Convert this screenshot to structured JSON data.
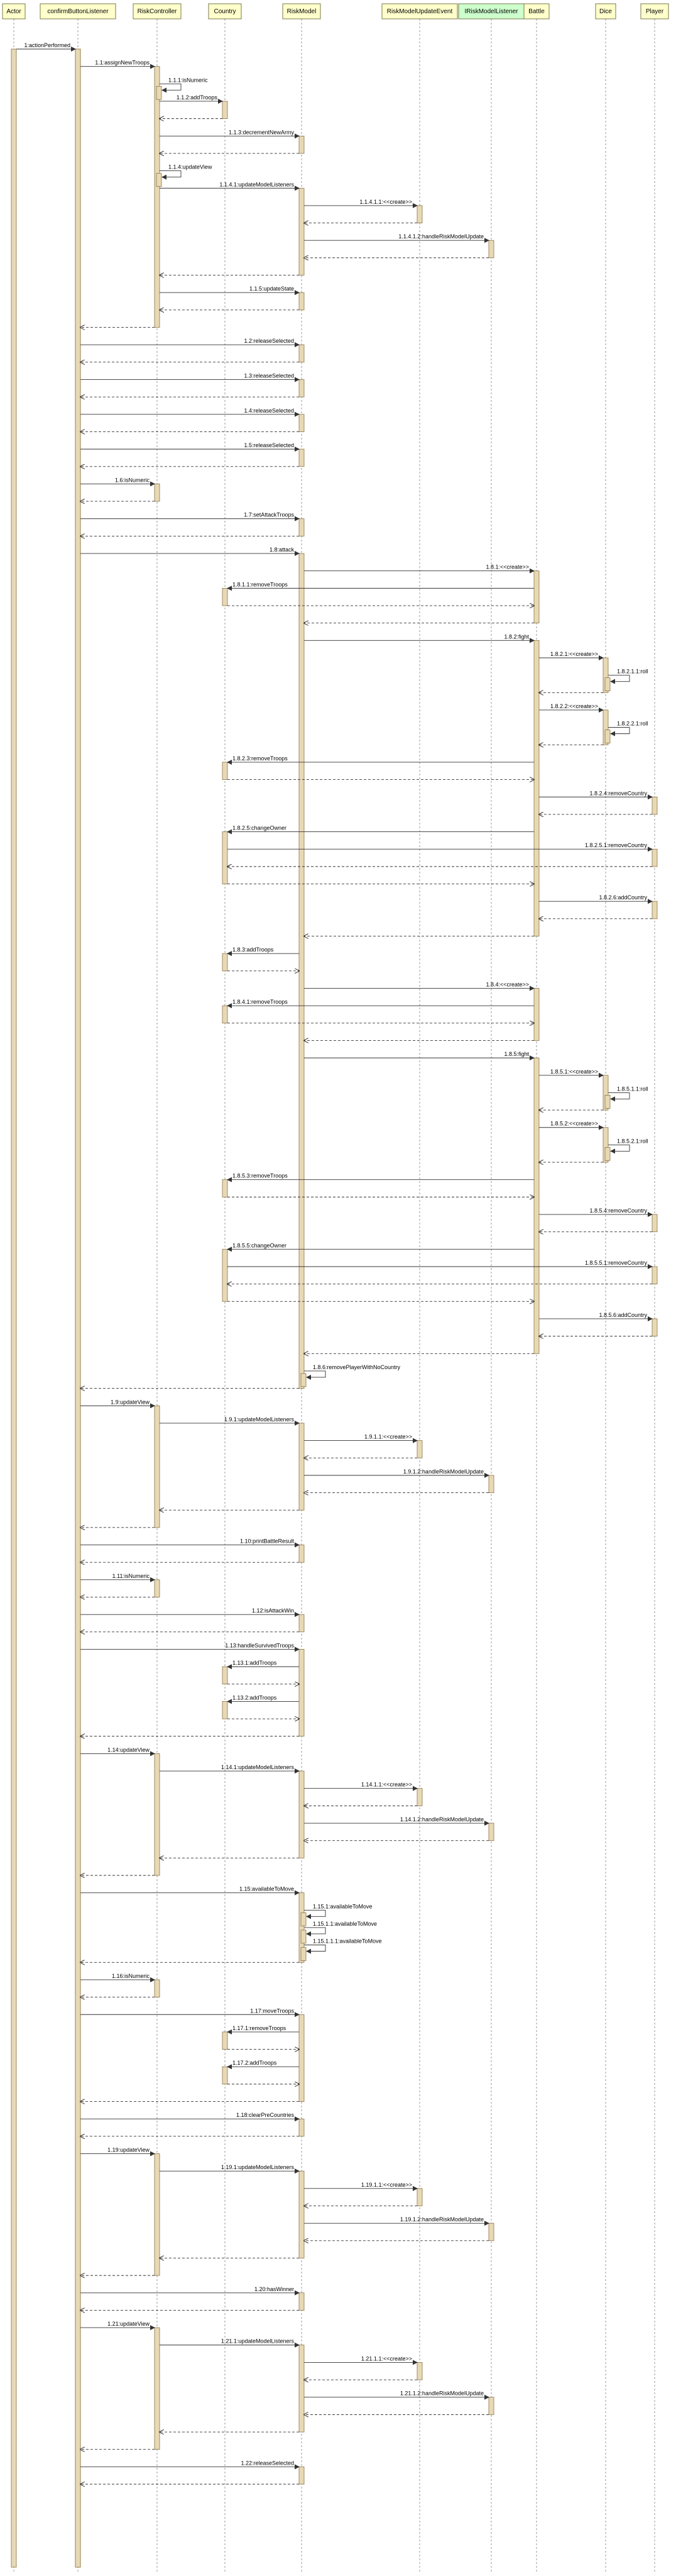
{
  "diagram": {
    "type": "sequence",
    "participants": [
      {
        "id": "actor",
        "label": "Actor",
        "color": "#ffffcc"
      },
      {
        "id": "listener",
        "label": "confirmButtonListener",
        "color": "#ffffcc"
      },
      {
        "id": "controller",
        "label": "RiskController",
        "color": "#ffffcc"
      },
      {
        "id": "country",
        "label": "Country",
        "color": "#ffffcc"
      },
      {
        "id": "model",
        "label": "RiskModel",
        "color": "#ffffcc"
      },
      {
        "id": "event",
        "label": "RiskModelUpdateEvent",
        "color": "#ffffcc"
      },
      {
        "id": "ilistener",
        "label": "IRiskModelListener",
        "color": "#ccffcc"
      },
      {
        "id": "battle",
        "label": "Battle",
        "color": "#ffffcc"
      },
      {
        "id": "dice",
        "label": "Dice",
        "color": "#ffffcc"
      },
      {
        "id": "player",
        "label": "Player",
        "color": "#ffffcc"
      }
    ],
    "messages": [
      {
        "from": "actor",
        "to": "listener",
        "label": "1:actionPerformed"
      },
      {
        "from": "listener",
        "to": "controller",
        "label": "1.1:assignNewTroops"
      },
      {
        "from": "controller",
        "to": "controller",
        "label": "1.1.1:isNumeric",
        "self": true
      },
      {
        "from": "controller",
        "to": "country",
        "label": "1.1.2:addTroops"
      },
      {
        "from": "country",
        "to": "controller",
        "label": "",
        "ret": true
      },
      {
        "from": "controller",
        "to": "model",
        "label": "1.1.3:decrementNewArmy"
      },
      {
        "from": "model",
        "to": "controller",
        "label": "",
        "ret": true
      },
      {
        "from": "controller",
        "to": "controller",
        "label": "1.1.4:updateView",
        "self": true
      },
      {
        "from": "controller",
        "to": "model",
        "label": "1.1.4.1:updateModelListeners"
      },
      {
        "from": "model",
        "to": "event",
        "label": "1.1.4.1.1:<<create>>"
      },
      {
        "from": "event",
        "to": "model",
        "label": "",
        "ret": true
      },
      {
        "from": "model",
        "to": "ilistener",
        "label": "1.1.4.1.2:handleRiskModelUpdate"
      },
      {
        "from": "ilistener",
        "to": "model",
        "label": "",
        "ret": true
      },
      {
        "from": "model",
        "to": "controller",
        "label": "",
        "ret": true
      },
      {
        "from": "controller",
        "to": "model",
        "label": "1.1.5:updateState"
      },
      {
        "from": "model",
        "to": "controller",
        "label": "",
        "ret": true
      },
      {
        "from": "controller",
        "to": "listener",
        "label": "",
        "ret": true
      },
      {
        "from": "listener",
        "to": "model",
        "label": "1.2:releaseSelected"
      },
      {
        "from": "model",
        "to": "listener",
        "label": "",
        "ret": true
      },
      {
        "from": "listener",
        "to": "model",
        "label": "1.3:releaseSelected"
      },
      {
        "from": "model",
        "to": "listener",
        "label": "",
        "ret": true
      },
      {
        "from": "listener",
        "to": "model",
        "label": "1.4:releaseSelected"
      },
      {
        "from": "model",
        "to": "listener",
        "label": "",
        "ret": true
      },
      {
        "from": "listener",
        "to": "model",
        "label": "1.5:releaseSelected"
      },
      {
        "from": "model",
        "to": "listener",
        "label": "",
        "ret": true
      },
      {
        "from": "listener",
        "to": "controller",
        "label": "1.6:isNumeric"
      },
      {
        "from": "controller",
        "to": "listener",
        "label": "",
        "ret": true
      },
      {
        "from": "listener",
        "to": "model",
        "label": "1.7:setAttackTroops"
      },
      {
        "from": "model",
        "to": "listener",
        "label": "",
        "ret": true
      },
      {
        "from": "listener",
        "to": "model",
        "label": "1.8:attack"
      },
      {
        "from": "model",
        "to": "battle",
        "label": "1.8.1:<<create>>"
      },
      {
        "from": "battle",
        "to": "country",
        "label": "1.8.1.1:removeTroops"
      },
      {
        "from": "country",
        "to": "battle",
        "label": "",
        "ret": true
      },
      {
        "from": "battle",
        "to": "model",
        "label": "",
        "ret": true
      },
      {
        "from": "model",
        "to": "battle",
        "label": "1.8.2:fight"
      },
      {
        "from": "battle",
        "to": "dice",
        "label": "1.8.2.1:<<create>>"
      },
      {
        "from": "dice",
        "to": "dice",
        "label": "1.8.2.1.1:roll",
        "self": true
      },
      {
        "from": "dice",
        "to": "battle",
        "label": "",
        "ret": true
      },
      {
        "from": "battle",
        "to": "dice",
        "label": "1.8.2.2:<<create>>"
      },
      {
        "from": "dice",
        "to": "dice",
        "label": "1.8.2.2.1:roll",
        "self": true
      },
      {
        "from": "dice",
        "to": "battle",
        "label": "",
        "ret": true
      },
      {
        "from": "battle",
        "to": "country",
        "label": "1.8.2.3:removeTroops"
      },
      {
        "from": "country",
        "to": "battle",
        "label": "",
        "ret": true
      },
      {
        "from": "battle",
        "to": "player",
        "label": "1.8.2.4:removeCountry"
      },
      {
        "from": "player",
        "to": "battle",
        "label": "",
        "ret": true
      },
      {
        "from": "battle",
        "to": "country",
        "label": "1.8.2.5:changeOwner"
      },
      {
        "from": "country",
        "to": "player",
        "label": "1.8.2.5.1:removeCountry"
      },
      {
        "from": "player",
        "to": "country",
        "label": "",
        "ret": true
      },
      {
        "from": "country",
        "to": "battle",
        "label": "",
        "ret": true
      },
      {
        "from": "battle",
        "to": "player",
        "label": "1.8.2.6:addCountry"
      },
      {
        "from": "player",
        "to": "battle",
        "label": "",
        "ret": true
      },
      {
        "from": "battle",
        "to": "model",
        "label": "",
        "ret": true
      },
      {
        "from": "model",
        "to": "country",
        "label": "1.8.3:addTroops"
      },
      {
        "from": "country",
        "to": "model",
        "label": "",
        "ret": true
      },
      {
        "from": "model",
        "to": "battle",
        "label": "1.8.4:<<create>>"
      },
      {
        "from": "battle",
        "to": "country",
        "label": "1.8.4.1:removeTroops"
      },
      {
        "from": "country",
        "to": "battle",
        "label": "",
        "ret": true
      },
      {
        "from": "battle",
        "to": "model",
        "label": "",
        "ret": true
      },
      {
        "from": "model",
        "to": "battle",
        "label": "1.8.5:fight"
      },
      {
        "from": "battle",
        "to": "dice",
        "label": "1.8.5.1:<<create>>"
      },
      {
        "from": "dice",
        "to": "dice",
        "label": "1.8.5.1.1:roll",
        "self": true
      },
      {
        "from": "dice",
        "to": "battle",
        "label": "",
        "ret": true
      },
      {
        "from": "battle",
        "to": "dice",
        "label": "1.8.5.2:<<create>>"
      },
      {
        "from": "dice",
        "to": "dice",
        "label": "1.8.5.2.1:roll",
        "self": true
      },
      {
        "from": "dice",
        "to": "battle",
        "label": "",
        "ret": true
      },
      {
        "from": "battle",
        "to": "country",
        "label": "1.8.5.3:removeTroops"
      },
      {
        "from": "country",
        "to": "battle",
        "label": "",
        "ret": true
      },
      {
        "from": "battle",
        "to": "player",
        "label": "1.8.5.4:removeCountry"
      },
      {
        "from": "player",
        "to": "battle",
        "label": "",
        "ret": true
      },
      {
        "from": "battle",
        "to": "country",
        "label": "1.8.5.5:changeOwner"
      },
      {
        "from": "country",
        "to": "player",
        "label": "1.8.5.5.1:removeCountry"
      },
      {
        "from": "player",
        "to": "country",
        "label": "",
        "ret": true
      },
      {
        "from": "country",
        "to": "battle",
        "label": "",
        "ret": true
      },
      {
        "from": "battle",
        "to": "player",
        "label": "1.8.5.6:addCountry"
      },
      {
        "from": "player",
        "to": "battle",
        "label": "",
        "ret": true
      },
      {
        "from": "battle",
        "to": "model",
        "label": "",
        "ret": true
      },
      {
        "from": "model",
        "to": "model",
        "label": "1.8.6:removePlayerWithNoCountry",
        "self": true
      },
      {
        "from": "model",
        "to": "listener",
        "label": "",
        "ret": true
      },
      {
        "from": "listener",
        "to": "controller",
        "label": "1.9:updateView"
      },
      {
        "from": "controller",
        "to": "model",
        "label": "1.9.1:updateModelListeners"
      },
      {
        "from": "model",
        "to": "event",
        "label": "1.9.1.1:<<create>>"
      },
      {
        "from": "event",
        "to": "model",
        "label": "",
        "ret": true
      },
      {
        "from": "model",
        "to": "ilistener",
        "label": "1.9.1.2:handleRiskModelUpdate"
      },
      {
        "from": "ilistener",
        "to": "model",
        "label": "",
        "ret": true
      },
      {
        "from": "model",
        "to": "controller",
        "label": "",
        "ret": true
      },
      {
        "from": "controller",
        "to": "listener",
        "label": "",
        "ret": true
      },
      {
        "from": "listener",
        "to": "model",
        "label": "1.10:printBattleResult"
      },
      {
        "from": "model",
        "to": "listener",
        "label": "",
        "ret": true
      },
      {
        "from": "listener",
        "to": "controller",
        "label": "1.11:isNumeric"
      },
      {
        "from": "controller",
        "to": "listener",
        "label": "",
        "ret": true
      },
      {
        "from": "listener",
        "to": "model",
        "label": "1.12:isAttackWin"
      },
      {
        "from": "model",
        "to": "listener",
        "label": "",
        "ret": true
      },
      {
        "from": "listener",
        "to": "model",
        "label": "1.13:handleSurvivedTroops"
      },
      {
        "from": "model",
        "to": "country",
        "label": "1.13.1:addTroops"
      },
      {
        "from": "country",
        "to": "model",
        "label": "",
        "ret": true
      },
      {
        "from": "model",
        "to": "country",
        "label": "1.13.2:addTroops"
      },
      {
        "from": "country",
        "to": "model",
        "label": "",
        "ret": true
      },
      {
        "from": "model",
        "to": "listener",
        "label": "",
        "ret": true
      },
      {
        "from": "listener",
        "to": "controller",
        "label": "1.14:updateView"
      },
      {
        "from": "controller",
        "to": "model",
        "label": "1.14.1:updateModelListeners"
      },
      {
        "from": "model",
        "to": "event",
        "label": "1.14.1.1:<<create>>"
      },
      {
        "from": "event",
        "to": "model",
        "label": "",
        "ret": true
      },
      {
        "from": "model",
        "to": "ilistener",
        "label": "1.14.1.2:handleRiskModelUpdate"
      },
      {
        "from": "ilistener",
        "to": "model",
        "label": "",
        "ret": true
      },
      {
        "from": "model",
        "to": "controller",
        "label": "",
        "ret": true
      },
      {
        "from": "controller",
        "to": "listener",
        "label": "",
        "ret": true
      },
      {
        "from": "listener",
        "to": "model",
        "label": "1.15:availableToMove"
      },
      {
        "from": "model",
        "to": "model",
        "label": "1.15.1:availableToMove",
        "self": true
      },
      {
        "from": "model",
        "to": "model",
        "label": "1.15.1.1:availableToMove",
        "self": true
      },
      {
        "from": "model",
        "to": "model",
        "label": "1.15.1.1.1:availableToMove",
        "self": true
      },
      {
        "from": "model",
        "to": "listener",
        "label": "",
        "ret": true
      },
      {
        "from": "listener",
        "to": "controller",
        "label": "1.16:isNumeric"
      },
      {
        "from": "controller",
        "to": "listener",
        "label": "",
        "ret": true
      },
      {
        "from": "listener",
        "to": "model",
        "label": "1.17:moveTroops"
      },
      {
        "from": "model",
        "to": "country",
        "label": "1.17.1:removeTroops"
      },
      {
        "from": "country",
        "to": "model",
        "label": "",
        "ret": true
      },
      {
        "from": "model",
        "to": "country",
        "label": "1.17.2:addTroops"
      },
      {
        "from": "country",
        "to": "model",
        "label": "",
        "ret": true
      },
      {
        "from": "model",
        "to": "listener",
        "label": "",
        "ret": true
      },
      {
        "from": "listener",
        "to": "model",
        "label": "1.18:clearPreCountries"
      },
      {
        "from": "model",
        "to": "listener",
        "label": "",
        "ret": true
      },
      {
        "from": "listener",
        "to": "controller",
        "label": "1.19:updateView"
      },
      {
        "from": "controller",
        "to": "model",
        "label": "1.19.1:updateModelListeners"
      },
      {
        "from": "model",
        "to": "event",
        "label": "1.19.1.1:<<create>>"
      },
      {
        "from": "event",
        "to": "model",
        "label": "",
        "ret": true
      },
      {
        "from": "model",
        "to": "ilistener",
        "label": "1.19.1.2:handleRiskModelUpdate"
      },
      {
        "from": "ilistener",
        "to": "model",
        "label": "",
        "ret": true
      },
      {
        "from": "model",
        "to": "controller",
        "label": "",
        "ret": true
      },
      {
        "from": "controller",
        "to": "listener",
        "label": "",
        "ret": true
      },
      {
        "from": "listener",
        "to": "model",
        "label": "1.20:hasWinner"
      },
      {
        "from": "model",
        "to": "listener",
        "label": "",
        "ret": true
      },
      {
        "from": "listener",
        "to": "controller",
        "label": "1.21:updateView"
      },
      {
        "from": "controller",
        "to": "model",
        "label": "1.21.1:updateModelListeners"
      },
      {
        "from": "model",
        "to": "event",
        "label": "1.21.1.1:<<create>>"
      },
      {
        "from": "event",
        "to": "model",
        "label": "",
        "ret": true
      },
      {
        "from": "model",
        "to": "ilistener",
        "label": "1.21.1.2:handleRiskModelUpdate"
      },
      {
        "from": "ilistener",
        "to": "model",
        "label": "",
        "ret": true
      },
      {
        "from": "model",
        "to": "controller",
        "label": "",
        "ret": true
      },
      {
        "from": "controller",
        "to": "listener",
        "label": "",
        "ret": true
      },
      {
        "from": "listener",
        "to": "model",
        "label": "1.22:releaseSelected"
      },
      {
        "from": "model",
        "to": "listener",
        "label": "",
        "ret": true
      }
    ]
  },
  "colors": {
    "line": "#333333",
    "activation": "#e8d9b5",
    "activation_border": "#8a7346",
    "header_border": "#7a7a4a"
  }
}
